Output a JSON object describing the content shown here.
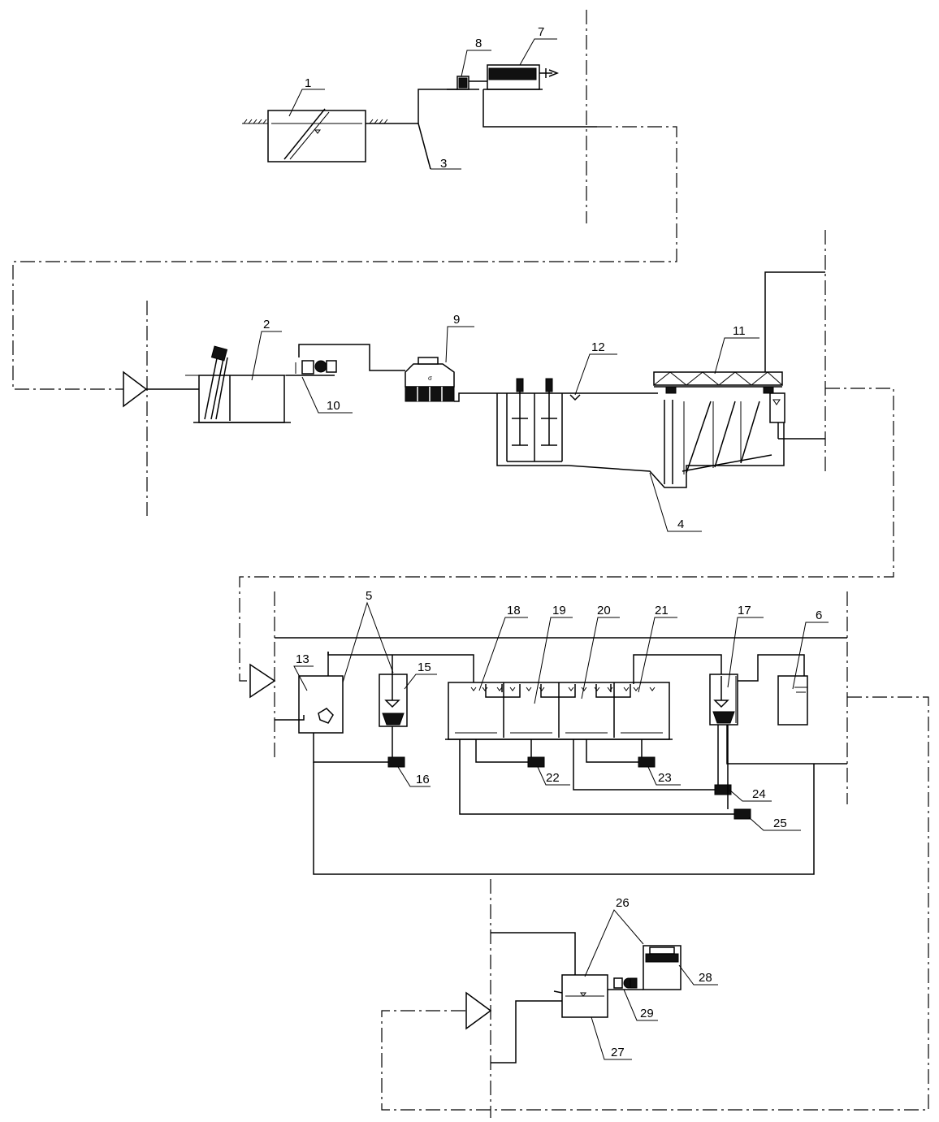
{
  "labels": {
    "n1": "1",
    "n2": "2",
    "n3": "3",
    "n4": "4",
    "n5": "5",
    "n6": "6",
    "n7": "7",
    "n8": "8",
    "n9": "9",
    "n10": "10",
    "n11": "11",
    "n12": "12",
    "n13": "13",
    "n15": "15",
    "n16": "16",
    "n17": "17",
    "n18": "18",
    "n19": "19",
    "n20": "20",
    "n21": "21",
    "n22": "22",
    "n23": "23",
    "n24": "24",
    "n25": "25",
    "n26": "26",
    "n27": "27",
    "n28": "28",
    "n29": "29"
  },
  "tower_mark": "σ"
}
